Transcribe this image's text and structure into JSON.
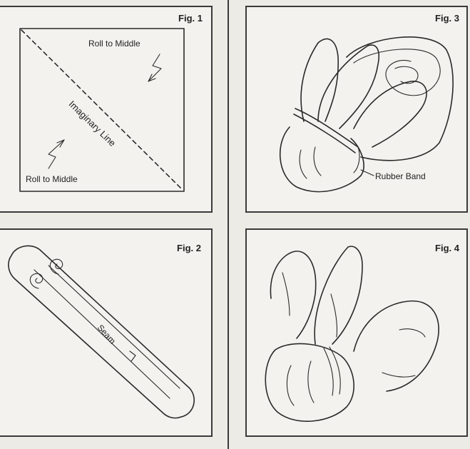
{
  "figures": {
    "fig1": {
      "label": "Fig. 1",
      "roll_top": "Roll to Middle",
      "roll_bottom": "Roll to Middle",
      "diagonal": "Imaginary Line"
    },
    "fig2": {
      "label": "Fig. 2",
      "seam": "Seam"
    },
    "fig3": {
      "label": "Fig. 3",
      "band": "Rubber Band"
    },
    "fig4": {
      "label": "Fig. 4"
    }
  }
}
